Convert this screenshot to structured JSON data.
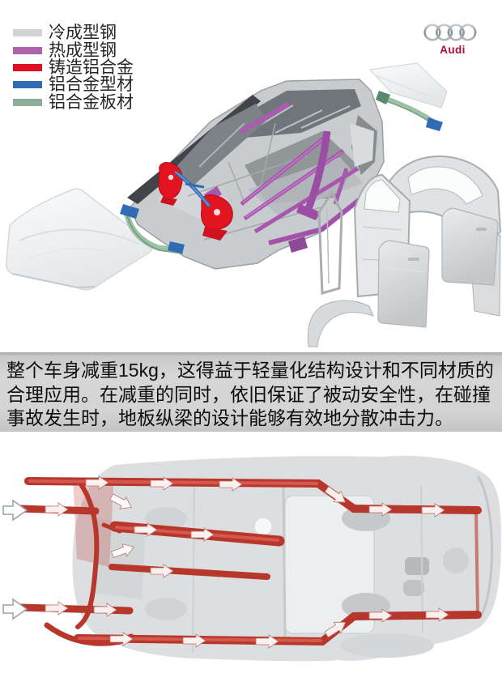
{
  "brand": {
    "wordmark": "Audi",
    "wordmark_color": "#b30a2e",
    "rings": 4
  },
  "legend": {
    "items": [
      {
        "label": "冷成型钢",
        "color": "#d2d3d4"
      },
      {
        "label": "热成型钢",
        "color": "#ad62ab"
      },
      {
        "label": "铸造铝合金",
        "color": "#dc1021"
      },
      {
        "label": "铝合金型材",
        "color": "#2f6cb3"
      },
      {
        "label": "铝合金板材",
        "color": "#8fad9a"
      }
    ]
  },
  "caption": {
    "text": "整个车身减重15kg，这得益于轻量化结构设计和不同材质的合理应用。在减重的同时，依旧保证了被动安全性，在碰撞事故发生时，地板纵梁的设计能够有效地分散冲击力。"
  },
  "figures": {
    "underbody": {
      "beam_color": "#b8372c",
      "arrow_color": "#ffffff"
    }
  }
}
